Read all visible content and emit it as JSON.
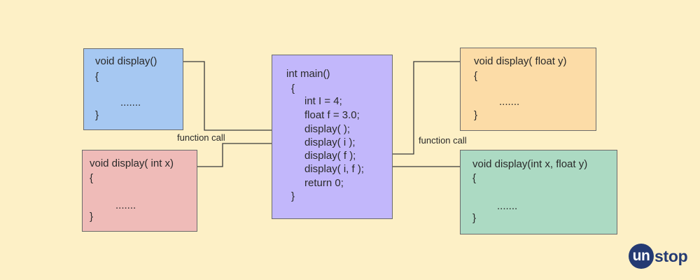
{
  "boxes": {
    "blue": {
      "lines": [
        "void display()",
        "{",
        ".......",
        "}"
      ]
    },
    "red": {
      "lines": [
        "void display( int x)",
        "{",
        ".......",
        "}"
      ]
    },
    "main": {
      "lines": [
        "int main()",
        "{",
        "int I = 4;",
        "float f = 3.0;",
        "display( );",
        "display( i );",
        "display( f );",
        "display( i, f );",
        "return 0;",
        "}"
      ]
    },
    "orange": {
      "lines": [
        "void display( float y)",
        "{",
        ".......",
        "}"
      ]
    },
    "green": {
      "lines": [
        "void display(int x, float y)",
        "{",
        ".......",
        "}"
      ]
    }
  },
  "labels": {
    "left_call": "function call",
    "right_call": "function call"
  },
  "logo": {
    "circle_text": "un",
    "rest_text": "stop"
  },
  "colors": {
    "background": "#fdf0c6",
    "blue_box": "#a6c8f2",
    "red_box": "#efbbb8",
    "main_box": "#c2b7fb",
    "orange_box": "#fcdca7",
    "green_box": "#acdac3",
    "arrow": "#3a3a3a",
    "logo": "#243a73"
  }
}
